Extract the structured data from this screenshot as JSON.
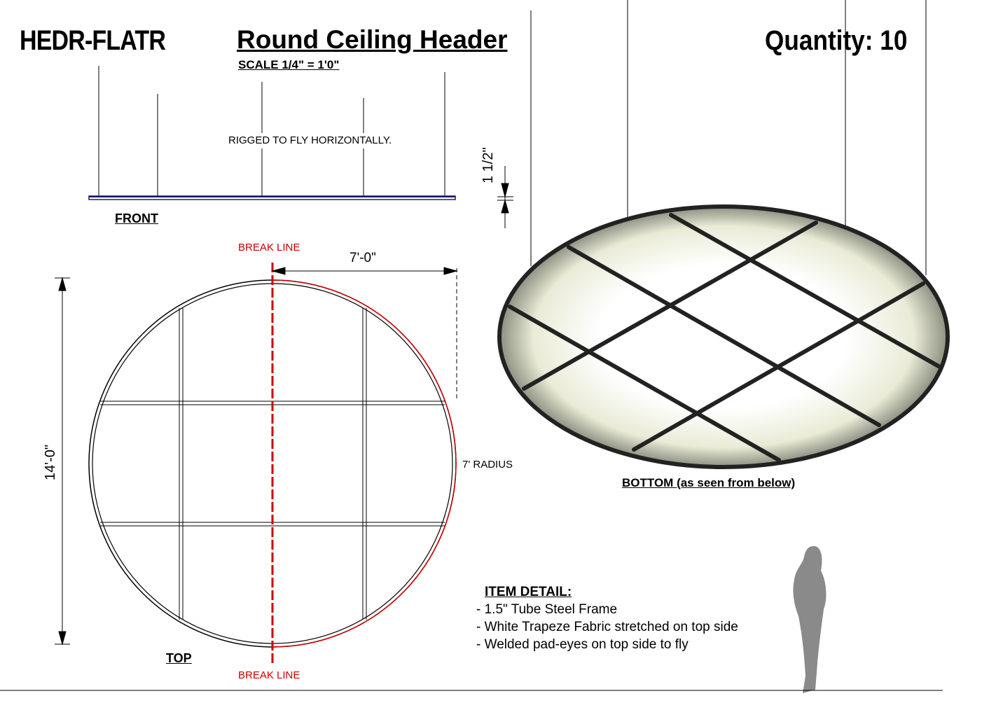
{
  "header": {
    "code": "HEDR-FLATR",
    "title": "Round Ceiling Header",
    "scale": "SCALE 1/4\" = 1'0\"",
    "quantity": "Quantity: 10"
  },
  "front": {
    "note": "RIGGED TO FLY  HORIZONTALLY.",
    "label": "FRONT",
    "thickness": "1 1/2\""
  },
  "top": {
    "break_line_top": "BREAK LINE",
    "break_line_bottom": "BREAK LINE",
    "half_width": "7'-0\"",
    "height": "14'-0\"",
    "radius": "7'  RADIUS",
    "label": "TOP"
  },
  "bottom": {
    "label": "BOTTOM (as seen from below)"
  },
  "item_detail": {
    "heading": "ITEM DETAIL:",
    "lines": [
      "- 1.5\"  Tube Steel Frame",
      "- White Trapeze Fabric stretched on top side",
      "- Welded pad-eyes on top side to fly"
    ]
  },
  "colors": {
    "frame": "#1a1a6e",
    "break": "#cc0000"
  }
}
